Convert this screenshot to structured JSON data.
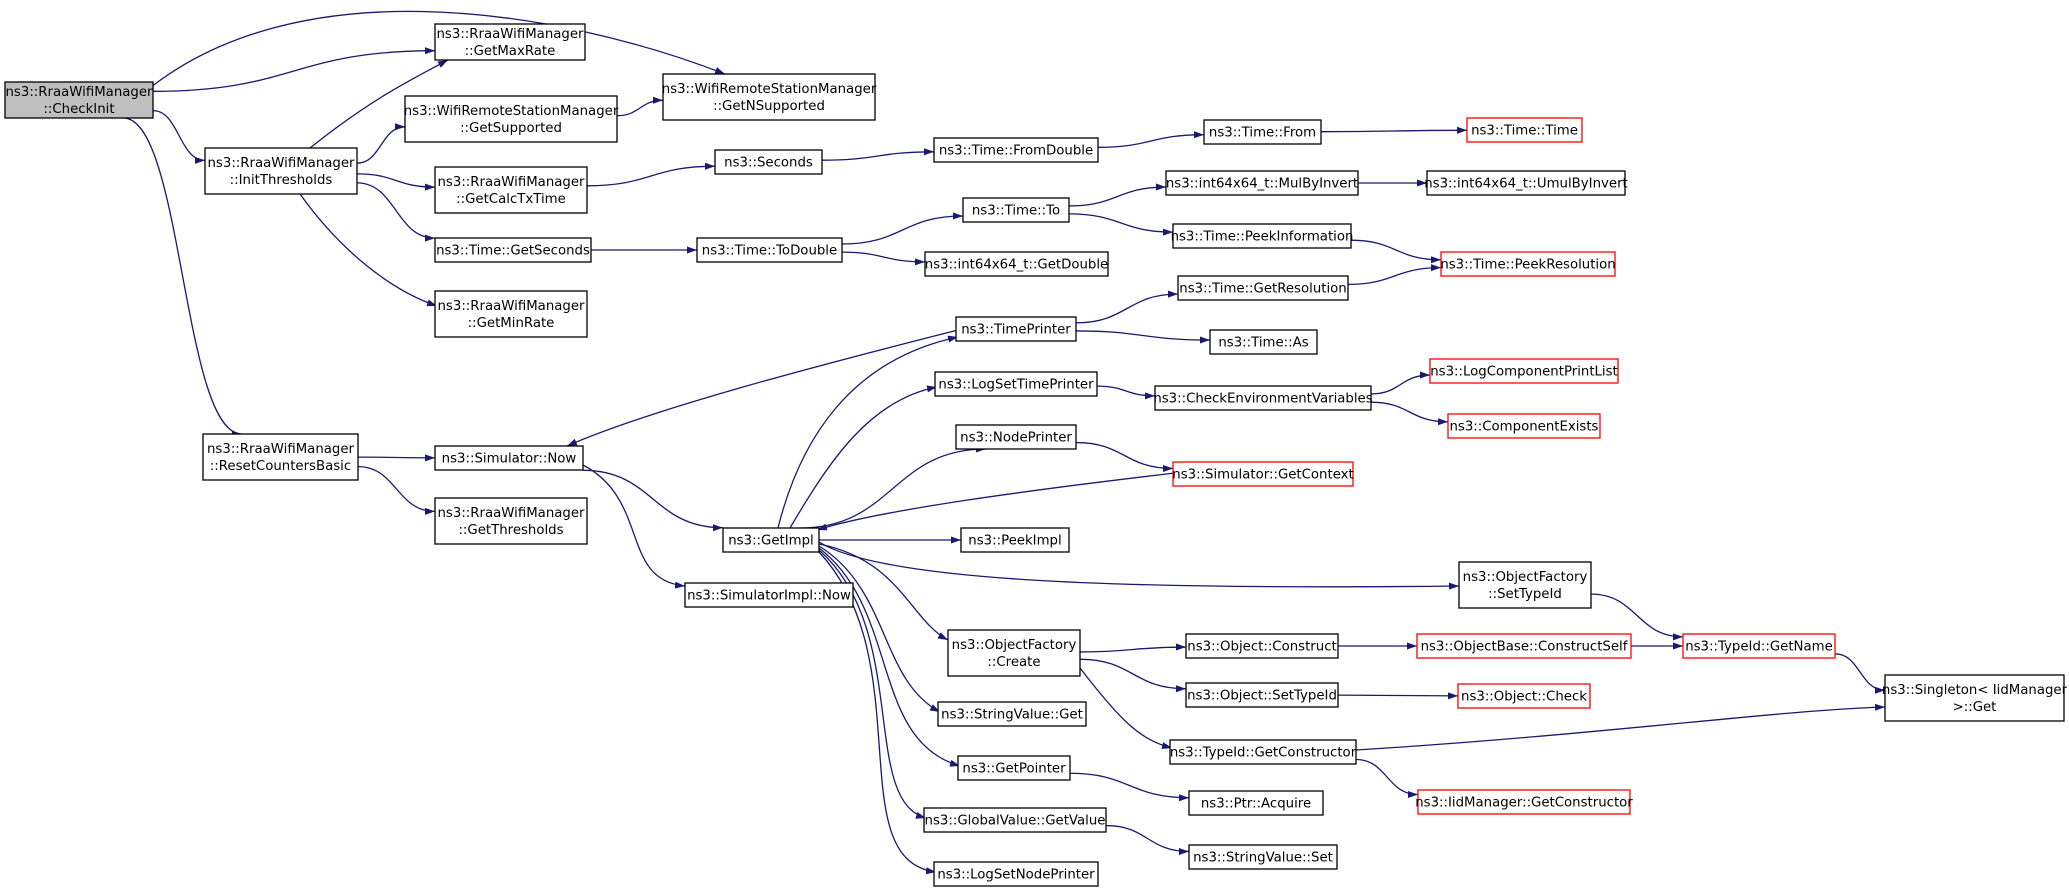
{
  "diagram": {
    "type": "call-graph",
    "colors": {
      "edge": "#191970",
      "node_border": "#000000",
      "truncated_node_border": "#ff0000",
      "root_fill": "#bfbfbf"
    },
    "nodes": [
      {
        "id": "checkinit",
        "lines": [
          "ns3::RraaWifiManager",
          "::CheckInit"
        ],
        "style": "root"
      },
      {
        "id": "getmaxrate",
        "lines": [
          "ns3::RraaWifiManager",
          "::GetMaxRate"
        ],
        "style": "normal"
      },
      {
        "id": "getnsupported",
        "lines": [
          "ns3::WifiRemoteStationManager",
          "::GetNSupported"
        ],
        "style": "normal"
      },
      {
        "id": "getsupported",
        "lines": [
          "ns3::WifiRemoteStationManager",
          "::GetSupported"
        ],
        "style": "normal"
      },
      {
        "id": "initthresholds",
        "lines": [
          "ns3::RraaWifiManager",
          "::InitThresholds"
        ],
        "style": "normal"
      },
      {
        "id": "getcalctxtime",
        "lines": [
          "ns3::RraaWifiManager",
          "::GetCalcTxTime"
        ],
        "style": "normal"
      },
      {
        "id": "time_getseconds",
        "lines": [
          "ns3::Time::GetSeconds"
        ],
        "style": "normal"
      },
      {
        "id": "getminrate",
        "lines": [
          "ns3::RraaWifiManager",
          "::GetMinRate"
        ],
        "style": "normal"
      },
      {
        "id": "resetcounters",
        "lines": [
          "ns3::RraaWifiManager",
          "::ResetCountersBasic"
        ],
        "style": "normal"
      },
      {
        "id": "gethresholds",
        "lines": [
          "ns3::RraaWifiManager",
          "::GetThresholds"
        ],
        "style": "normal"
      },
      {
        "id": "sim_now",
        "lines": [
          "ns3::Simulator::Now"
        ],
        "style": "normal"
      },
      {
        "id": "simimpl_now",
        "lines": [
          "ns3::SimulatorImpl::Now"
        ],
        "style": "normal"
      },
      {
        "id": "seconds",
        "lines": [
          "ns3::Seconds"
        ],
        "style": "normal"
      },
      {
        "id": "time_todouble",
        "lines": [
          "ns3::Time::ToDouble"
        ],
        "style": "normal"
      },
      {
        "id": "getimpl",
        "lines": [
          "ns3::GetImpl"
        ],
        "style": "normal"
      },
      {
        "id": "fromdouble",
        "lines": [
          "ns3::Time::FromDouble"
        ],
        "style": "normal"
      },
      {
        "id": "time_to",
        "lines": [
          "ns3::Time::To"
        ],
        "style": "normal"
      },
      {
        "id": "int64_getdouble",
        "lines": [
          "ns3::int64x64_t::GetDouble"
        ],
        "style": "normal"
      },
      {
        "id": "timeprinter",
        "lines": [
          "ns3::TimePrinter"
        ],
        "style": "normal"
      },
      {
        "id": "logsettimeprinter",
        "lines": [
          "ns3::LogSetTimePrinter"
        ],
        "style": "normal"
      },
      {
        "id": "nodeprinter",
        "lines": [
          "ns3::NodePrinter"
        ],
        "style": "normal"
      },
      {
        "id": "peekimpl",
        "lines": [
          "ns3::PeekImpl"
        ],
        "style": "normal"
      },
      {
        "id": "of_create",
        "lines": [
          "ns3::ObjectFactory",
          "::Create"
        ],
        "style": "normal"
      },
      {
        "id": "stringvalue_get",
        "lines": [
          "ns3::StringValue::Get"
        ],
        "style": "normal"
      },
      {
        "id": "getpointer",
        "lines": [
          "ns3::GetPointer"
        ],
        "style": "normal"
      },
      {
        "id": "gv_getvalue",
        "lines": [
          "ns3::GlobalValue::GetValue"
        ],
        "style": "normal"
      },
      {
        "id": "logsetnodeprinter",
        "lines": [
          "ns3::LogSetNodePrinter"
        ],
        "style": "normal"
      },
      {
        "id": "time_from",
        "lines": [
          "ns3::Time::From"
        ],
        "style": "normal"
      },
      {
        "id": "mulbyinvert",
        "lines": [
          "ns3::int64x64_t::MulByInvert"
        ],
        "style": "normal"
      },
      {
        "id": "peekinformation",
        "lines": [
          "ns3::Time::PeekInformation"
        ],
        "style": "normal"
      },
      {
        "id": "getresolution",
        "lines": [
          "ns3::Time::GetResolution"
        ],
        "style": "normal"
      },
      {
        "id": "time_as",
        "lines": [
          "ns3::Time::As"
        ],
        "style": "normal"
      },
      {
        "id": "checkenvvars",
        "lines": [
          "ns3::CheckEnvironmentVariables"
        ],
        "style": "normal"
      },
      {
        "id": "sim_getcontext",
        "lines": [
          "ns3::Simulator::GetContext"
        ],
        "style": "red"
      },
      {
        "id": "of_settypeid",
        "lines": [
          "ns3::ObjectFactory",
          "::SetTypeId"
        ],
        "style": "normal"
      },
      {
        "id": "obj_construct",
        "lines": [
          "ns3::Object::Construct"
        ],
        "style": "normal"
      },
      {
        "id": "obj_settypeid",
        "lines": [
          "ns3::Object::SetTypeId"
        ],
        "style": "normal"
      },
      {
        "id": "typeid_getconstructor",
        "lines": [
          "ns3::TypeId::GetConstructor"
        ],
        "style": "normal"
      },
      {
        "id": "ptr_acquire",
        "lines": [
          "ns3::Ptr::Acquire"
        ],
        "style": "normal"
      },
      {
        "id": "stringvalue_set",
        "lines": [
          "ns3::StringValue::Set"
        ],
        "style": "normal"
      },
      {
        "id": "time_time",
        "lines": [
          "ns3::Time::Time"
        ],
        "style": "red"
      },
      {
        "id": "umulbyinvert",
        "lines": [
          "ns3::int64x64_t::UmulByInvert"
        ],
        "style": "normal"
      },
      {
        "id": "peekresolution",
        "lines": [
          "ns3::Time::PeekResolution"
        ],
        "style": "red"
      },
      {
        "id": "logcompprintlist",
        "lines": [
          "ns3::LogComponentPrintList"
        ],
        "style": "red"
      },
      {
        "id": "componentexists",
        "lines": [
          "ns3::ComponentExists"
        ],
        "style": "red"
      },
      {
        "id": "objbase_constructself",
        "lines": [
          "ns3::ObjectBase::ConstructSelf"
        ],
        "style": "red"
      },
      {
        "id": "obj_check",
        "lines": [
          "ns3::Object::Check"
        ],
        "style": "red"
      },
      {
        "id": "iidmanager_getconstructor",
        "lines": [
          "ns3::IidManager::GetConstructor"
        ],
        "style": "red"
      },
      {
        "id": "typeid_getname",
        "lines": [
          "ns3::TypeId::GetName"
        ],
        "style": "red"
      },
      {
        "id": "singleton_get",
        "lines": [
          "ns3::Singleton< IidManager",
          ">::Get"
        ],
        "style": "normal"
      }
    ],
    "edges": [
      [
        "checkinit",
        "getmaxrate"
      ],
      [
        "checkinit",
        "getnsupported"
      ],
      [
        "checkinit",
        "initthresholds"
      ],
      [
        "checkinit",
        "resetcounters"
      ],
      [
        "initthresholds",
        "getmaxrate"
      ],
      [
        "initthresholds",
        "getsupported"
      ],
      [
        "initthresholds",
        "getcalctxtime"
      ],
      [
        "initthresholds",
        "time_getseconds"
      ],
      [
        "initthresholds",
        "getminrate"
      ],
      [
        "getsupported",
        "getnsupported"
      ],
      [
        "getcalctxtime",
        "seconds"
      ],
      [
        "seconds",
        "fromdouble"
      ],
      [
        "fromdouble",
        "time_from"
      ],
      [
        "time_from",
        "time_time"
      ],
      [
        "time_getseconds",
        "time_todouble"
      ],
      [
        "time_todouble",
        "time_to"
      ],
      [
        "time_todouble",
        "int64_getdouble"
      ],
      [
        "time_to",
        "mulbyinvert"
      ],
      [
        "time_to",
        "peekinformation"
      ],
      [
        "mulbyinvert",
        "umulbyinvert"
      ],
      [
        "peekinformation",
        "peekresolution"
      ],
      [
        "resetcounters",
        "sim_now"
      ],
      [
        "resetcounters",
        "gethresholds"
      ],
      [
        "sim_now",
        "getimpl"
      ],
      [
        "sim_now",
        "simimpl_now"
      ],
      [
        "timeprinter",
        "sim_now"
      ],
      [
        "timeprinter",
        "getresolution"
      ],
      [
        "timeprinter",
        "time_as"
      ],
      [
        "getresolution",
        "peekresolution"
      ],
      [
        "getimpl",
        "timeprinter"
      ],
      [
        "getimpl",
        "logsettimeprinter"
      ],
      [
        "getimpl",
        "nodeprinter"
      ],
      [
        "getimpl",
        "peekimpl"
      ],
      [
        "getimpl",
        "of_settypeid"
      ],
      [
        "getimpl",
        "of_create"
      ],
      [
        "getimpl",
        "stringvalue_get"
      ],
      [
        "getimpl",
        "getpointer"
      ],
      [
        "getimpl",
        "gv_getvalue"
      ],
      [
        "getimpl",
        "logsetnodeprinter"
      ],
      [
        "logsettimeprinter",
        "checkenvvars"
      ],
      [
        "checkenvvars",
        "logcompprintlist"
      ],
      [
        "checkenvvars",
        "componentexists"
      ],
      [
        "nodeprinter",
        "sim_getcontext"
      ],
      [
        "sim_getcontext",
        "getimpl"
      ],
      [
        "of_settypeid",
        "typeid_getname"
      ],
      [
        "of_create",
        "obj_construct"
      ],
      [
        "of_create",
        "obj_settypeid"
      ],
      [
        "of_create",
        "typeid_getconstructor"
      ],
      [
        "obj_construct",
        "objbase_constructself"
      ],
      [
        "objbase_constructself",
        "typeid_getname"
      ],
      [
        "typeid_getname",
        "singleton_get"
      ],
      [
        "obj_settypeid",
        "obj_check"
      ],
      [
        "typeid_getconstructor",
        "singleton_get"
      ],
      [
        "typeid_getconstructor",
        "iidmanager_getconstructor"
      ],
      [
        "getpointer",
        "ptr_acquire"
      ],
      [
        "gv_getvalue",
        "stringvalue_set"
      ]
    ]
  }
}
